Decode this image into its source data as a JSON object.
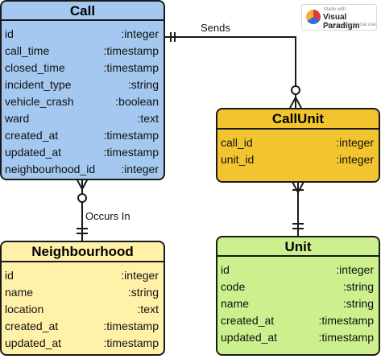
{
  "watermark": {
    "line1": "Made with",
    "brand": "Visual Paradigm",
    "line3": "For non-commercial use"
  },
  "relationships": {
    "sends": "Sends",
    "occurs_in": "Occurs In"
  },
  "entities": {
    "call": {
      "name": "Call",
      "color": "#a4c8f0",
      "attributes": [
        {
          "name": "id",
          "type": ":integer"
        },
        {
          "name": "call_time",
          "type": ":timestamp"
        },
        {
          "name": "closed_time",
          "type": ":timestamp"
        },
        {
          "name": "incident_type",
          "type": ":string"
        },
        {
          "name": "vehicle_crash",
          "type": ":boolean"
        },
        {
          "name": "ward",
          "type": ":text"
        },
        {
          "name": "created_at",
          "type": ":timestamp"
        },
        {
          "name": "updated_at",
          "type": ":timestamp"
        },
        {
          "name": "neighbourhood_id",
          "type": ":integer"
        }
      ]
    },
    "callunit": {
      "name": "CallUnit",
      "color": "#f2c530",
      "attributes": [
        {
          "name": "call_id",
          "type": ":integer"
        },
        {
          "name": "unit_id",
          "type": ":integer"
        }
      ]
    },
    "neighbourhood": {
      "name": "Neighbourhood",
      "color": "#fff1a8",
      "attributes": [
        {
          "name": "id",
          "type": ":integer"
        },
        {
          "name": "name",
          "type": ":string"
        },
        {
          "name": "location",
          "type": ":text"
        },
        {
          "name": "created_at",
          "type": ":timestamp"
        },
        {
          "name": "updated_at",
          "type": ":timestamp"
        }
      ]
    },
    "unit": {
      "name": "Unit",
      "color": "#cdf08e",
      "attributes": [
        {
          "name": "id",
          "type": ":integer"
        },
        {
          "name": "code",
          "type": ":string"
        },
        {
          "name": "name",
          "type": ":string"
        },
        {
          "name": "created_at",
          "type": ":timestamp"
        },
        {
          "name": "updated_at",
          "type": ":timestamp"
        }
      ]
    }
  }
}
